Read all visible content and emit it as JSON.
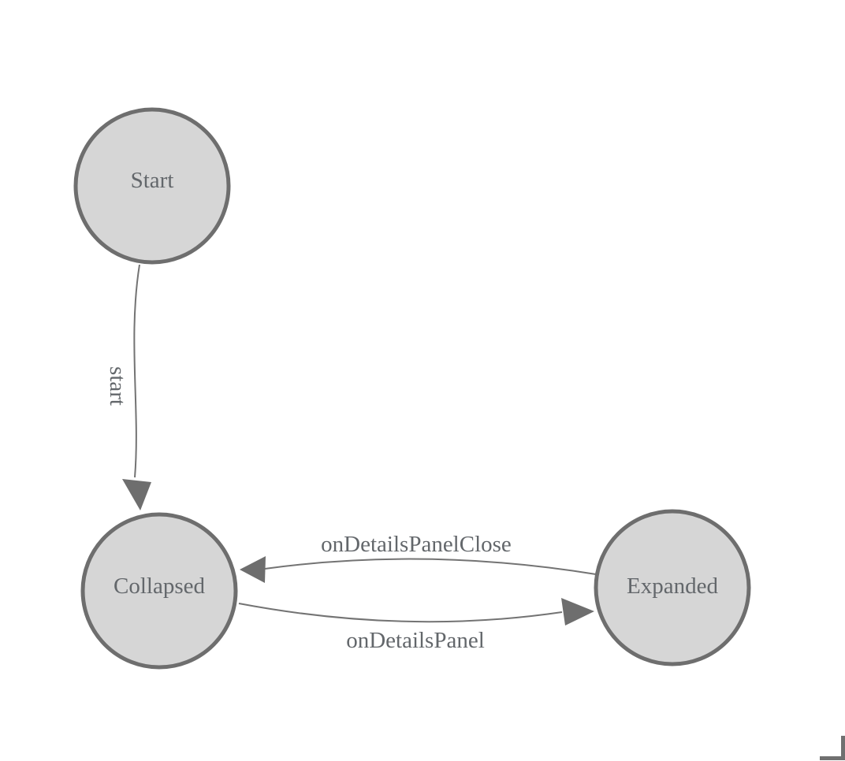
{
  "diagram": {
    "type": "state-machine",
    "nodes": [
      {
        "id": "Start",
        "label": "Start"
      },
      {
        "id": "Collapsed",
        "label": "Collapsed"
      },
      {
        "id": "Expanded",
        "label": "Expanded"
      }
    ],
    "edges": [
      {
        "from": "Start",
        "to": "Collapsed",
        "label": "start"
      },
      {
        "from": "Expanded",
        "to": "Collapsed",
        "label": "onDetailsPanelClose"
      },
      {
        "from": "Collapsed",
        "to": "Expanded",
        "label": "onDetailsPanel"
      }
    ]
  },
  "colors": {
    "background": "#ffffff",
    "node_fill": "#d6d6d6",
    "node_stroke": "#6e6e6e",
    "edge_stroke": "#737373",
    "arrowhead_fill": "#6e6e6e",
    "text": "#63676b",
    "corner_mark": "#707070"
  }
}
